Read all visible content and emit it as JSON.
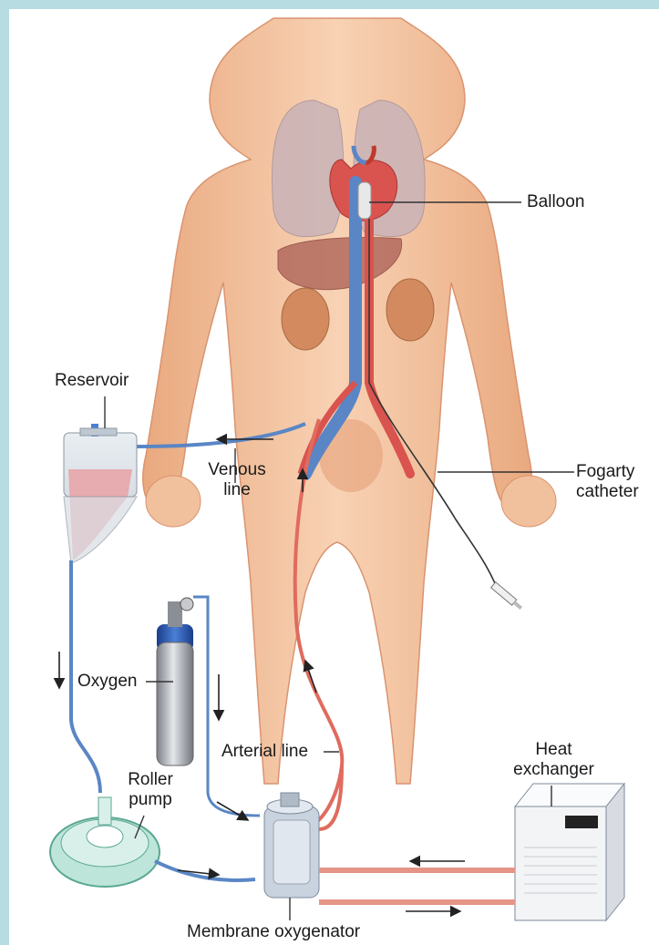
{
  "labels": {
    "balloon": "Balloon",
    "reservoir": "Reservoir",
    "venous_line": [
      "Venous",
      "line"
    ],
    "fogarty_catheter": [
      "Fogarty",
      "catheter"
    ],
    "oxygen": "Oxygen",
    "arterial_line": "Arterial line",
    "heat_exchanger": [
      "Heat",
      "exchanger"
    ],
    "roller_pump": [
      "Roller",
      "pump"
    ],
    "membrane_oxygenator": "Membrane oxygenator"
  },
  "colors": {
    "frame": "#b7dde3",
    "skin": "#f4c7a5",
    "skin_shadow": "#e2a47c",
    "arterial": "#d9534f",
    "venous": "#5a86c5",
    "lung": "#c9b3b8",
    "liver": "#b36a5e",
    "kidney": "#d28a5e"
  }
}
